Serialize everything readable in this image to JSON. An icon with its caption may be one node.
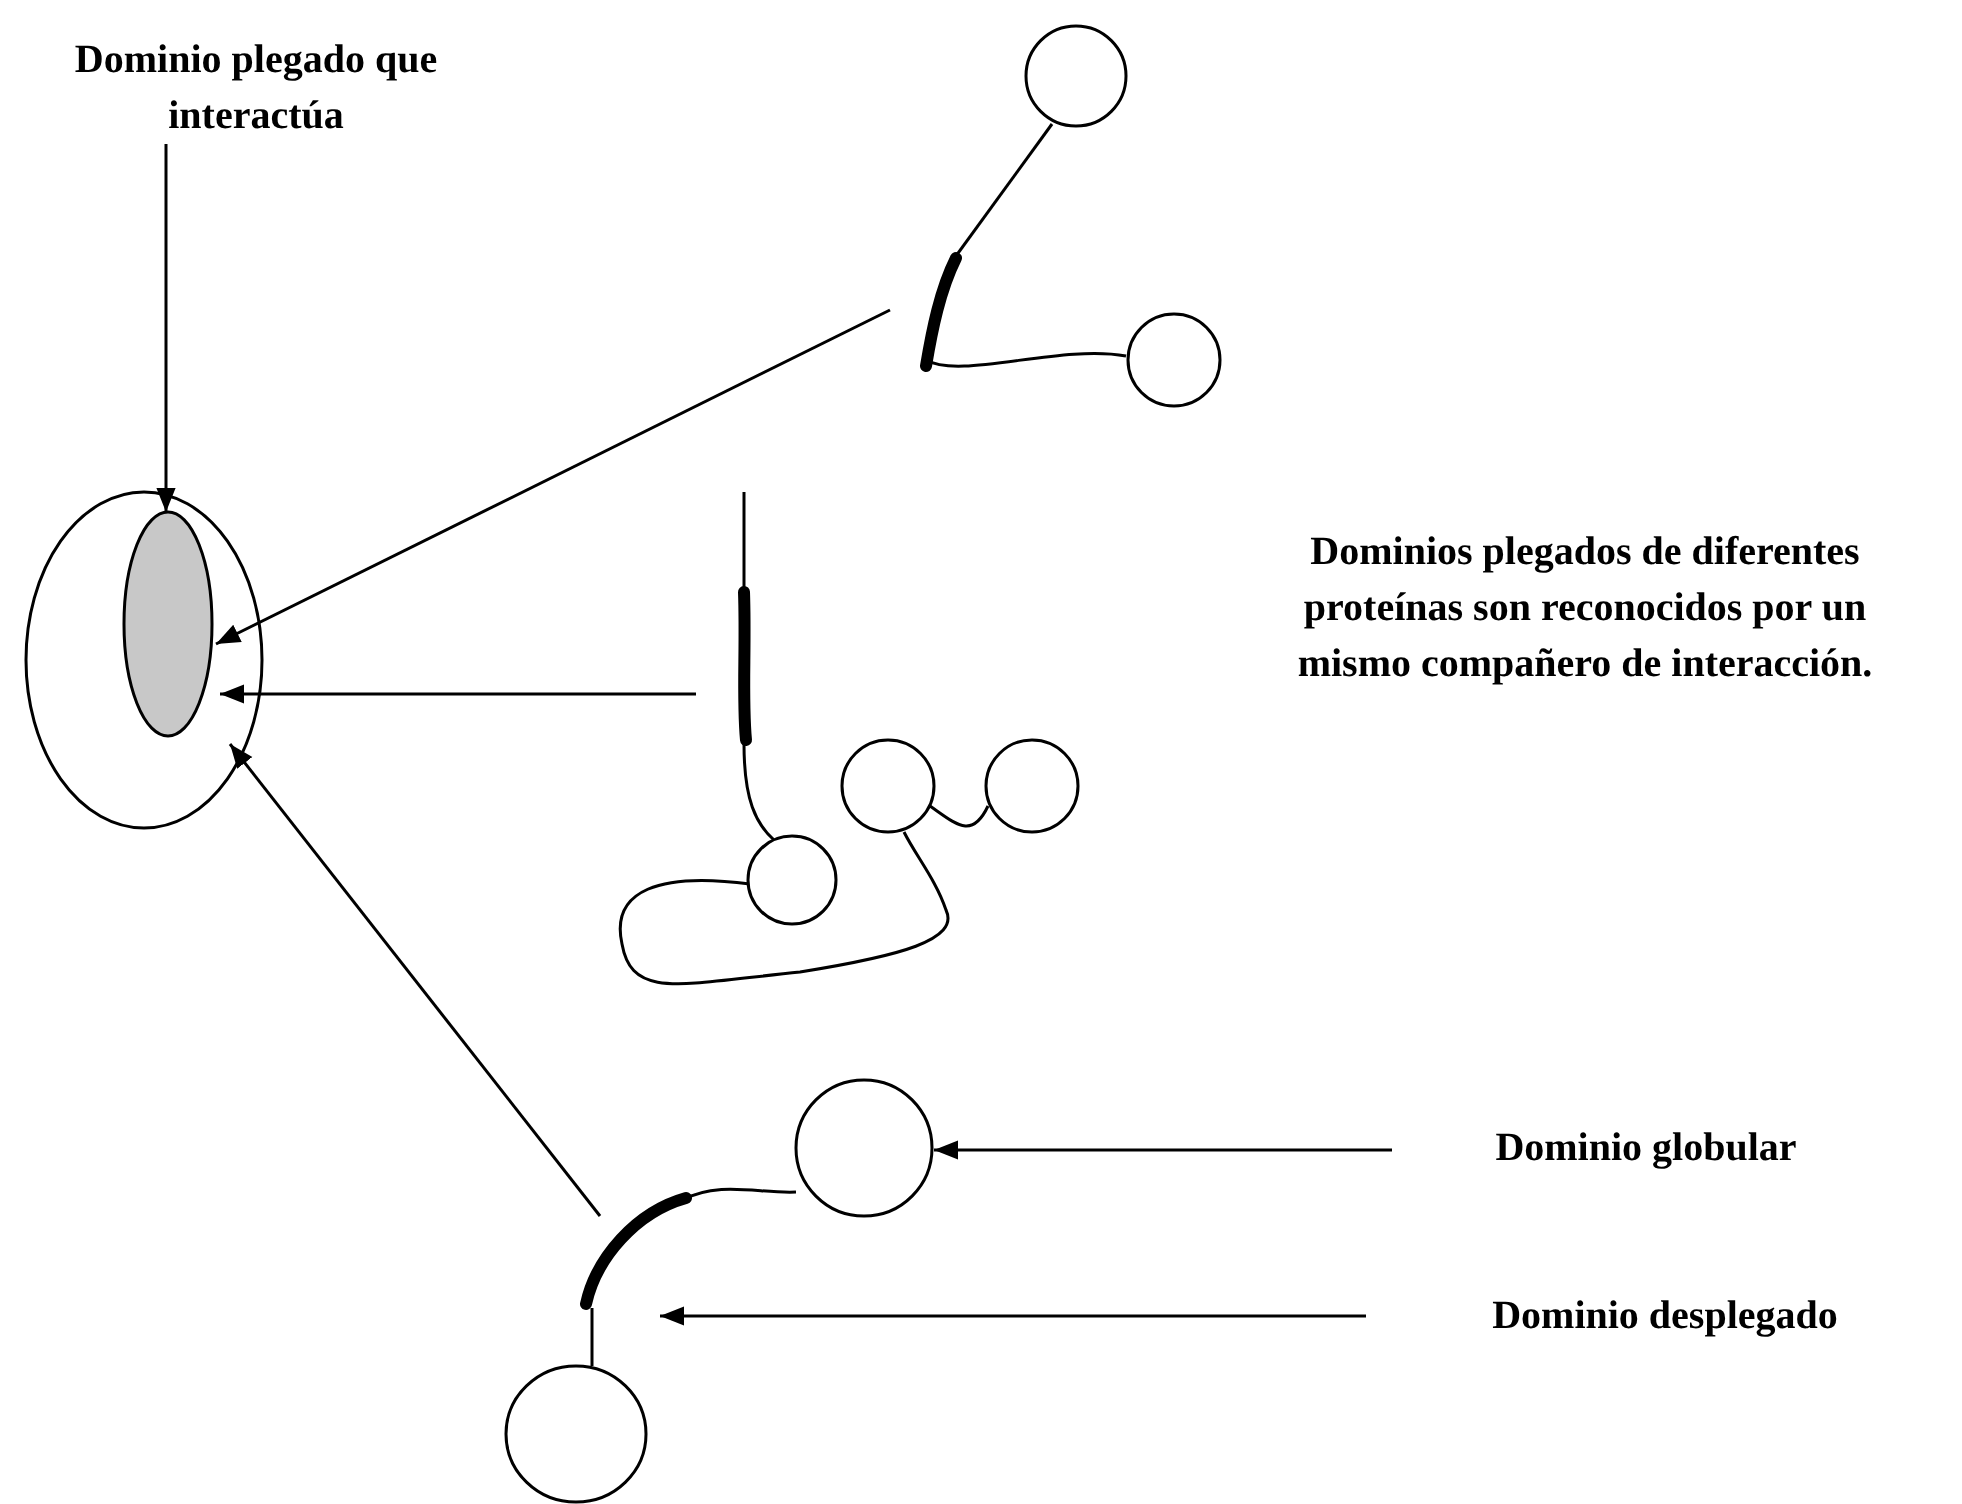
{
  "diagram": {
    "nodes": [
      {
        "text": [
          "Dominio plegado que interactúa"
        ]
      },
      {
        "text": [],
        "shape": "circle"
      },
      {
        "text": [],
        "shape": "circle",
        "in": 1
      },
      {
        "text": [],
        "shape": "bar"
      },
      {
        "text": [],
        "shape": "circle"
      },
      {
        "text": [],
        "shape": "circle"
      },
      {
        "text": [],
        "shape": "bar"
      },
      {
        "text": [],
        "shape": "circle"
      },
      {
        "text": [],
        "shape": "circle"
      },
      {
        "text": [],
        "shape": "circle"
      },
      {
        "text": [],
        "shape": "bar"
      },
      {
        "text": [],
        "shape": "circle"
      },
      {
        "text": [],
        "shape": "circle"
      },
      {
        "text": [
          "Dominio globular"
        ]
      },
      {
        "text": [
          "Dominio desplegado"
        ]
      }
    ],
    "edges": [
      {
        "from": 0,
        "to": 2,
        "arrow": "to"
      },
      {
        "from": 3,
        "to": 2,
        "arrow": "to"
      },
      {
        "from": 6,
        "to": 2,
        "arrow": "to"
      },
      {
        "from": 10,
        "to": 1,
        "arrow": "to"
      },
      {
        "from": 13,
        "to": 11,
        "arrow": "to"
      },
      {
        "from": 14,
        "to": 10,
        "arrow": "to"
      },
      {
        "from": 3,
        "to": 4,
        "arrow": "none"
      },
      {
        "from": 3,
        "to": 5,
        "arrow": "none"
      },
      {
        "from": 6,
        "to": null,
        "arrow": "none"
      },
      {
        "from": 6,
        "to": 7,
        "arrow": "none"
      },
      {
        "from": 7,
        "to": 8,
        "arrow": "none"
      },
      {
        "from": 8,
        "to": 9,
        "arrow": "none"
      },
      {
        "from": 10,
        "to": 11,
        "arrow": "none"
      },
      {
        "from": 10,
        "to": 12,
        "arrow": "none"
      }
    ],
    "labels": [
      "Dominios plegados de diferentes proteínas son reconocidos por un mismo compañero de interacción."
    ]
  }
}
